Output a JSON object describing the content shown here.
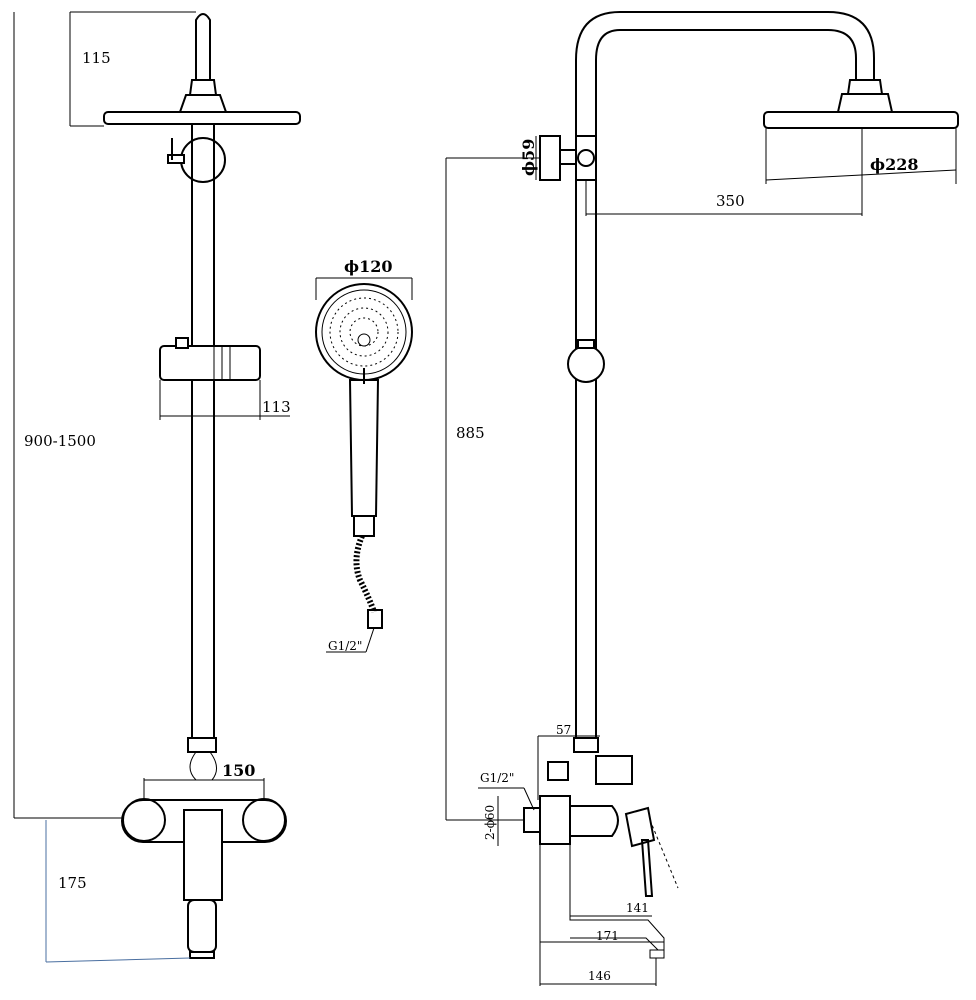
{
  "diagram": {
    "front_view": {
      "head_height": "115",
      "height_range": "900-1500",
      "holder_width": "113",
      "valve_spacing": "150",
      "spout_drop": "175"
    },
    "hand_shower": {
      "diameter": "ϕ120",
      "hose_thread": "G1/2\""
    },
    "side_view": {
      "wall_rosette": "ϕ59",
      "head_diameter": "ϕ228",
      "arm_reach": "350",
      "rail_length": "885",
      "top_offset": "57",
      "inlet_thread": "G1/2\"",
      "flange": "2-ϕ60",
      "handle_depth": "141",
      "spout_length": "171",
      "body_depth": "146"
    }
  }
}
